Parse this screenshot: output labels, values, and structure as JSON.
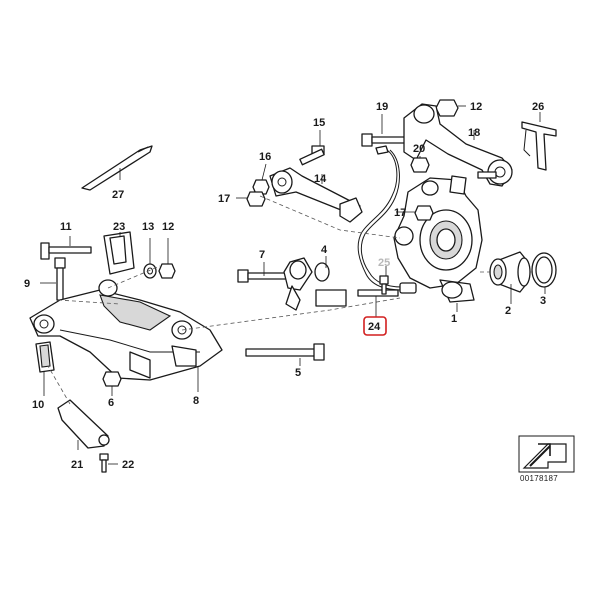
{
  "diagram": {
    "callouts": {
      "c1": "1",
      "c2": "2",
      "c3": "3",
      "c4": "4",
      "c5": "5",
      "c6": "6",
      "c7": "7",
      "c8": "8",
      "c9": "9",
      "c10": "10",
      "c11": "11",
      "c12a": "12",
      "c12b": "12",
      "c13": "13",
      "c14": "14",
      "c15": "15",
      "c16": "16",
      "c17a": "17",
      "c17b": "17",
      "c18": "18",
      "c19": "19",
      "c20": "20",
      "c21": "21",
      "c22": "22",
      "c23": "23",
      "c24": "24",
      "c25": "25",
      "c26": "26",
      "c27": "27"
    },
    "highlighted_callout": "24",
    "highlight_color": "#d21f1f",
    "faint_color": "#b8b8b8",
    "document_number": "00178187"
  }
}
